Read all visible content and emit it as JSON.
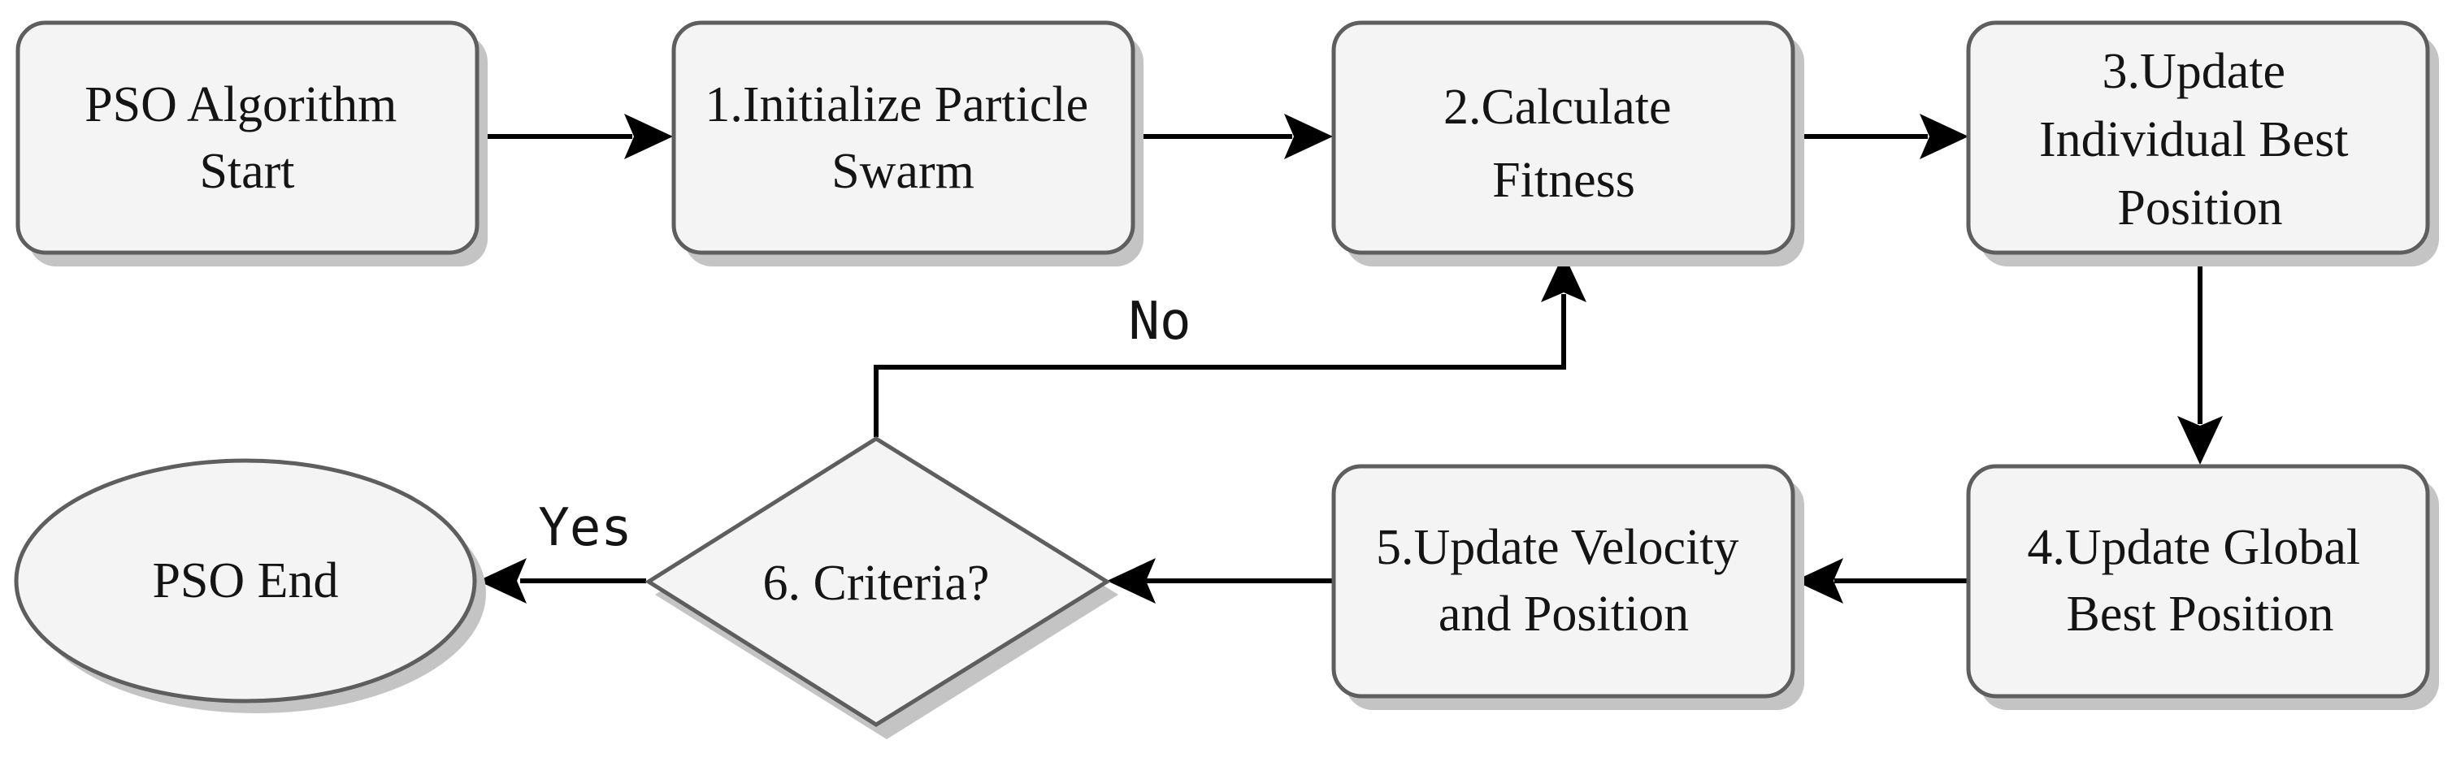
{
  "nodes": {
    "start": {
      "lines": [
        "PSO Algorithm",
        "Start"
      ]
    },
    "init": {
      "lines": [
        "1.Initialize Particle",
        "Swarm"
      ]
    },
    "fitness": {
      "lines": [
        "2.Calculate",
        "Fitness"
      ]
    },
    "individual_best": {
      "lines": [
        "3.Update",
        "Individual Best",
        "Position"
      ]
    },
    "global_best": {
      "lines": [
        "4.Update Global",
        "Best Position"
      ]
    },
    "velocity": {
      "lines": [
        "5.Update Velocity",
        "and Position"
      ]
    },
    "criteria": {
      "lines": [
        "6. Criteria?"
      ]
    },
    "end": {
      "lines": [
        "PSO End"
      ]
    }
  },
  "edge_labels": {
    "no": "No",
    "yes": "Yes"
  },
  "colors": {
    "node_fill": "#f4f4f4",
    "node_stroke": "#5e5e5e",
    "shadow": "#c4c4c4",
    "edge": "#000000"
  }
}
